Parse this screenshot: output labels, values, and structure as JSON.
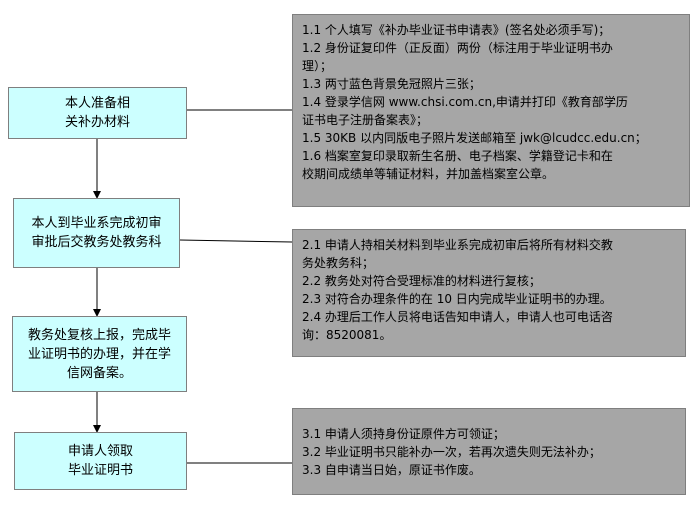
{
  "steps": [
    {
      "lines": [
        "本人准备相",
        "关补办材料"
      ]
    },
    {
      "lines": [
        "本人到毕业系完成初审",
        "审批后交教务处教务科"
      ]
    },
    {
      "lines": [
        "教务处复核上报，完成毕",
        "业证明书的办理，并在学",
        "信网备案。"
      ]
    },
    {
      "lines": [
        "申请人领取",
        "毕业证明书"
      ]
    }
  ],
  "notes": [
    {
      "lines": [
        "1.1 个人填写《补办毕业证书申请表》(签名处必须手写)；",
        "1.2 身份证复印件（正反面）两份（标注用于毕业证明书办",
        "理）；",
        "1.3 两寸蓝色背景免冠照片三张；",
        "1.4 登录学信网 www.chsi.com.cn,申请并打印《教育部学历",
        "证书电子注册备案表》；",
        "1.5 30KB 以内同版电子照片发送邮箱至 jwk@lcudcc.edu.cn；",
        "1.6 档案室复印录取新生名册、电子档案、学籍登记卡和在",
        "校期间成绩单等辅证材料，并加盖档案室公章。"
      ]
    },
    {
      "lines": [
        "2.1 申请人持相关材料到毕业系完成初审后将所有材料交教",
        "务处教务科；",
        "2.2 教务处对符合受理标准的材料进行复核；",
        "2.3 对符合办理条件的在 10 日内完成毕业证明书的办理。",
        "2.4 办理后工作人员将电话告知申请人，申请人也可电话咨",
        "询：8520081。"
      ]
    },
    {
      "lines": [
        "3.1 申请人须持身份证原件方可领证；",
        "3.2 毕业证明书只能补办一次，若再次遗失则无法补办；",
        "3.3 自申请当日始，原证书作废。"
      ]
    }
  ]
}
